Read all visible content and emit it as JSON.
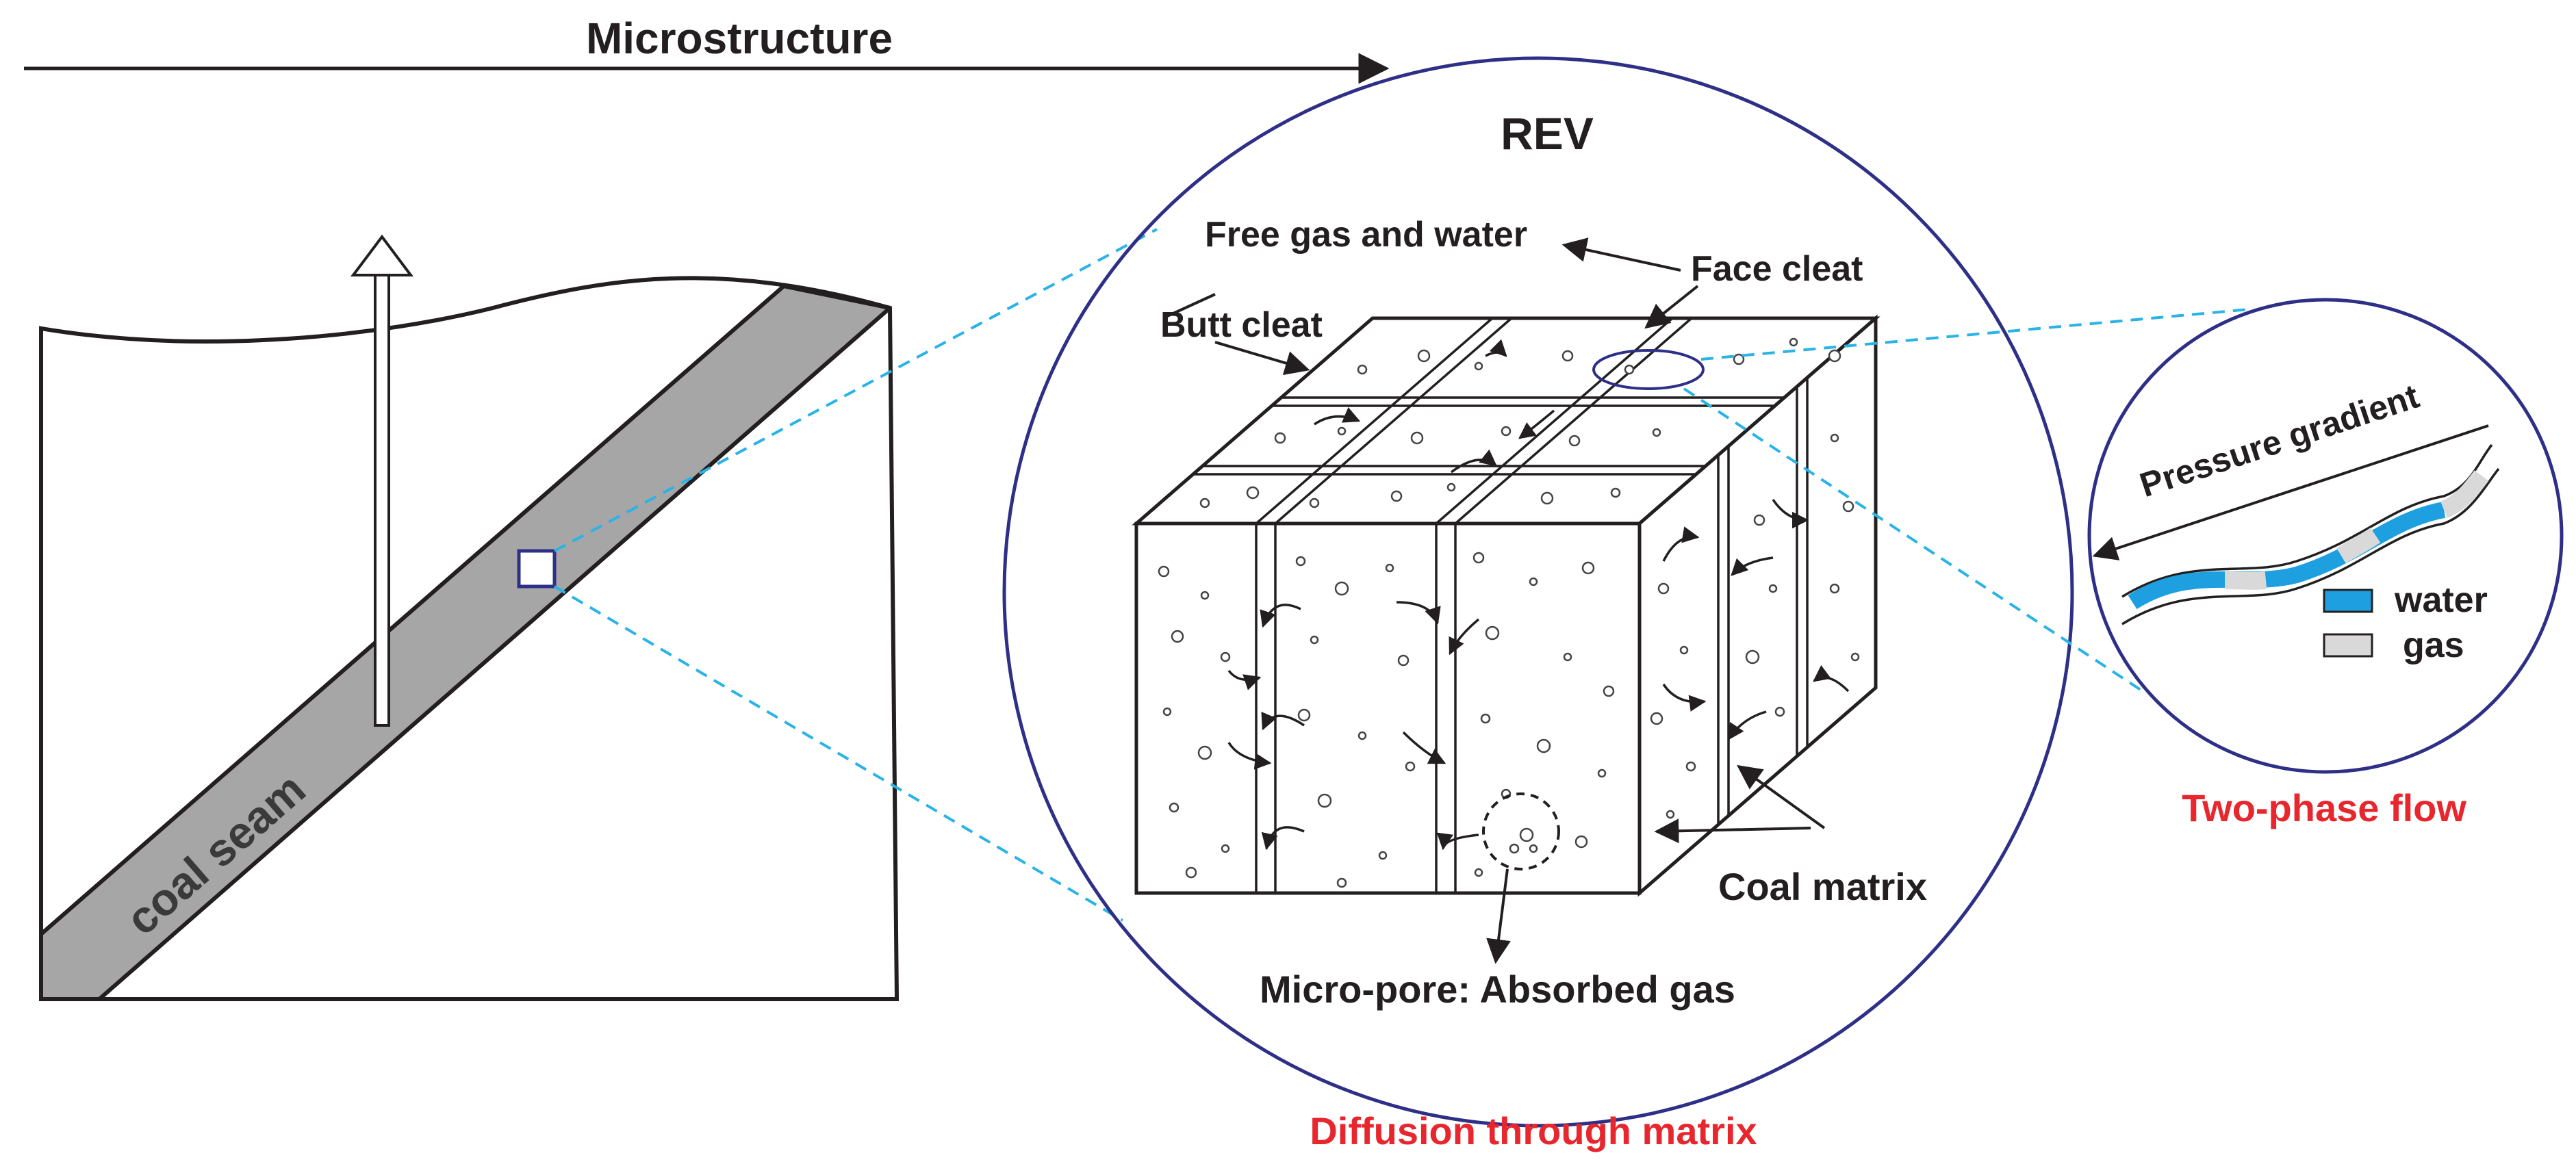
{
  "colors": {
    "ink": "#231f20",
    "circle": "#2e2f86",
    "leader": "#29b3e6",
    "seam": "#a6a6a6",
    "accent_red": "#e8262d",
    "water": "#1e9fe0",
    "gas": "#d9d9d9"
  },
  "header": {
    "title": "Microstructure"
  },
  "left_panel": {
    "seam_label": "coal seam"
  },
  "rev": {
    "title": "REV",
    "labels": {
      "free_gas_water": "Free gas and water",
      "face_cleat": "Face cleat",
      "butt_cleat": "Butt cleat",
      "coal_matrix": "Coal matrix",
      "micro_pore": "Micro-pore: Absorbed gas"
    },
    "caption": "Diffusion through matrix"
  },
  "flow": {
    "pressure_label": "Pressure gradient",
    "legend": [
      {
        "label": "water",
        "color": "#1e9fe0"
      },
      {
        "label": "gas",
        "color": "#d9d9d9"
      }
    ],
    "caption": "Two-phase flow"
  },
  "icons": [
    "up-arrow-icon",
    "right-arrow-icon",
    "pore-bubble-icon",
    "flow-arrow-icon"
  ]
}
